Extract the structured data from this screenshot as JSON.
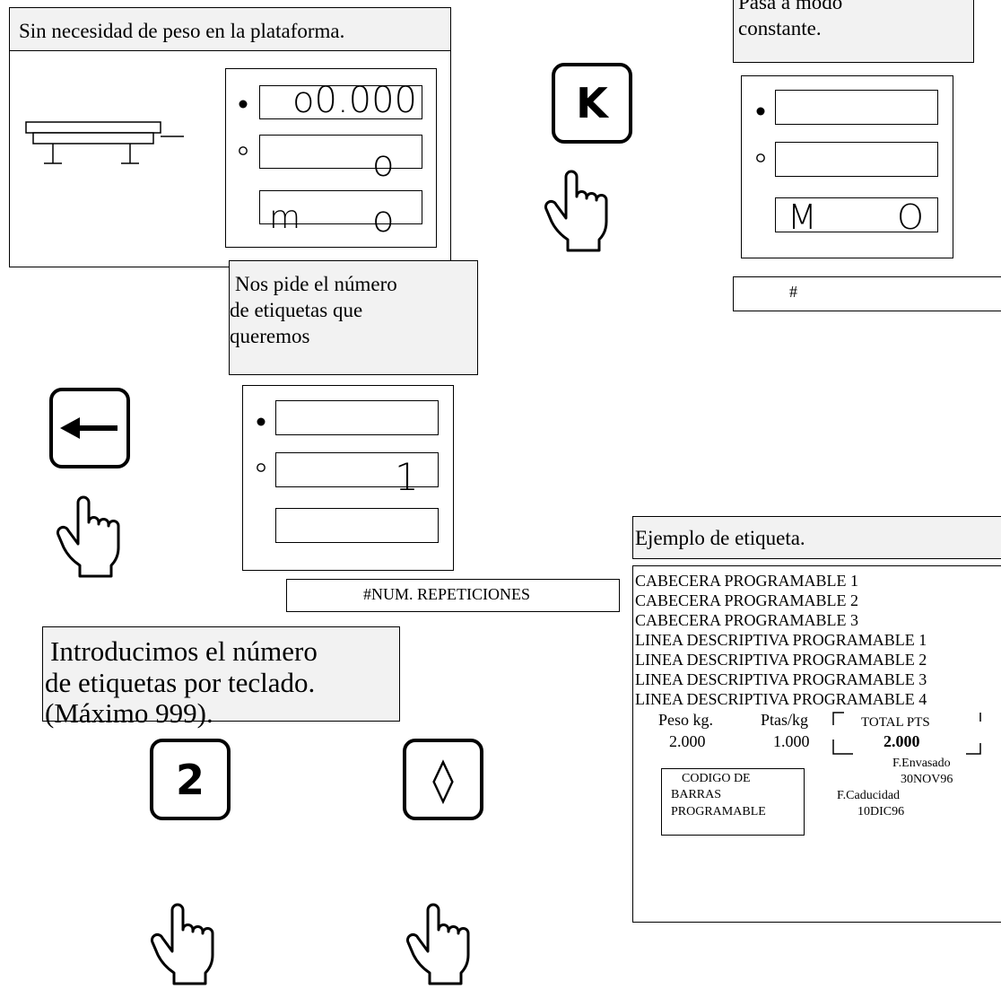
{
  "panel1": {
    "caption": "Sin necesidad de peso en la plataforma.",
    "display": {
      "row1": "o0.000",
      "row2": "o",
      "row3_left": "m",
      "row3_right": "o"
    }
  },
  "panel2": {
    "caption_line1": "Pasa a modo",
    "caption_line2": "constante.",
    "key": "K",
    "display": {
      "row3_left": "M",
      "row3_right": "O"
    },
    "status": "#"
  },
  "panel3": {
    "caption_line1": "Nos pide el número",
    "caption_line2": "de etiquetas que",
    "caption_line3": "queremos",
    "key_icon": "left-arrow-icon",
    "display": {
      "row2": "1"
    },
    "status": "#NUM. REPETICIONES"
  },
  "panel4": {
    "caption_line1": "Introducimos el número",
    "caption_line2": "de etiquetas por teclado.",
    "caption_line3": "(Máximo 999).",
    "key_digit": "2",
    "key_symbol": "◊"
  },
  "label_example": {
    "caption": "Ejemplo de  etiqueta.",
    "lines": [
      "CABECERA PROGRAMABLE 1",
      "CABECERA PROGRAMABLE 2",
      "CABECERA PROGRAMABLE 3",
      "LINEA DESCRIPTIVA PROGRAMABLE 1",
      "LINEA DESCRIPTIVA PROGRAMABLE 2",
      "LINEA DESCRIPTIVA PROGRAMABLE 3",
      "LINEA DESCRIPTIVA PROGRAMABLE 4"
    ],
    "peso_header": "Peso kg.",
    "peso_value": "2.000",
    "ptas_header": "Ptas/kg",
    "ptas_value": "1.000",
    "total_header": "TOTAL PTS",
    "total_value": "2.000",
    "envasado_header": "F.Envasado",
    "envasado_value": "30NOV96",
    "caducidad_header": "F.Caducidad",
    "caducidad_value": "10DIC96",
    "barcode_line1": "CODIGO DE",
    "barcode_line2": "BARRAS",
    "barcode_line3": "PROGRAMABLE"
  }
}
